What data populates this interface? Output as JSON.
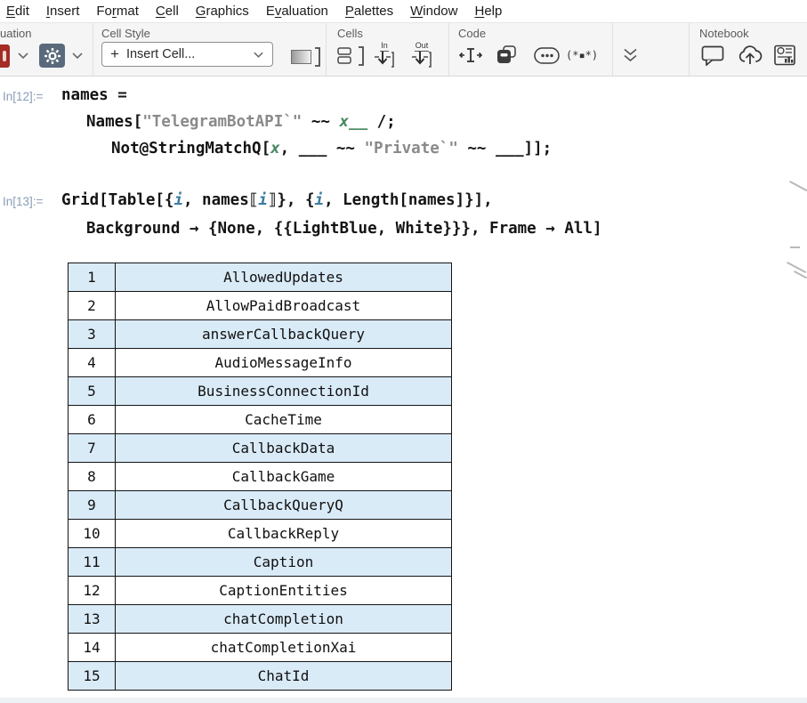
{
  "menu": {
    "items": [
      {
        "label": "Edit",
        "u": 0
      },
      {
        "label": "Insert",
        "u": 0
      },
      {
        "label": "Format",
        "u": 2
      },
      {
        "label": "Cell",
        "u": 0
      },
      {
        "label": "Graphics",
        "u": 0
      },
      {
        "label": "Evaluation",
        "u": 1
      },
      {
        "label": "Palettes",
        "u": 0
      },
      {
        "label": "Window",
        "u": 0
      },
      {
        "label": "Help",
        "u": 0
      }
    ]
  },
  "toolbar": {
    "sections": {
      "evaluation": "uation",
      "cell_style": "Cell Style",
      "cells": "Cells",
      "code": "Code",
      "notebook": "Notebook"
    },
    "insert_cell": {
      "plus": "+",
      "label": "Insert Cell..."
    },
    "in_icon_label": "In",
    "out_icon_label": "Out",
    "comment_icon_text": "(*▪*)"
  },
  "cells": [
    {
      "label": "In[12]:=",
      "lines": [
        [
          {
            "t": "names ="
          }
        ],
        [
          {
            "t": "Names["
          },
          {
            "t": "\"TelegramBotAPI`\"",
            "c": "str"
          },
          {
            "t": " ~~ "
          },
          {
            "t": "x__",
            "c": "pat"
          },
          {
            "t": " /;"
          }
        ],
        [
          {
            "t": "Not@StringMatchQ["
          },
          {
            "t": "x",
            "c": "pat"
          },
          {
            "t": ", ___ ~~ "
          },
          {
            "t": "\"Private`\"",
            "c": "str"
          },
          {
            "t": " ~~ ___]];"
          }
        ]
      ]
    },
    {
      "label": "In[13]:=",
      "lines": [
        [
          {
            "t": "Grid[Table[{"
          },
          {
            "t": "i",
            "c": "var"
          },
          {
            "t": ", names⟦"
          },
          {
            "t": "i",
            "c": "var"
          },
          {
            "t": "⟧}, {"
          },
          {
            "t": "i",
            "c": "var"
          },
          {
            "t": ", Length[names]}],"
          }
        ],
        [
          {
            "t": "Background → {None, {{LightBlue, White}}}, Frame → All]"
          }
        ]
      ]
    }
  ],
  "output_table": {
    "names": [
      "AllowedUpdates",
      "AllowPaidBroadcast",
      "answerCallbackQuery",
      "AudioMessageInfo",
      "BusinessConnectionId",
      "CacheTime",
      "CallbackData",
      "CallbackGame",
      "CallbackQueryQ",
      "CallbackReply",
      "Caption",
      "CaptionEntities",
      "chatCompletion",
      "chatCompletionXai",
      "ChatId"
    ]
  },
  "colors": {
    "light_blue_row": "#daebf8",
    "string_gray": "#8a8a8a",
    "pattern_green": "#47885f",
    "iterator_blue": "#3a7ca0",
    "in_label_blue": "#8a9cb8",
    "abort_red": "#a62b25",
    "gear_slate": "#5a6a7b"
  }
}
